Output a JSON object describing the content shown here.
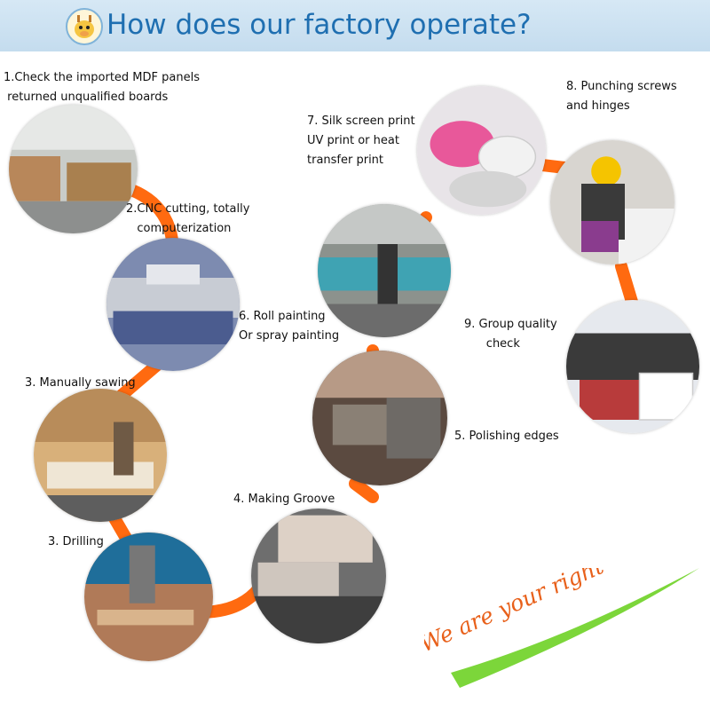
{
  "header": {
    "title": "How does our factory operate?",
    "logo_icon": "giraffe-icon"
  },
  "colors": {
    "accent": "#ff6a10",
    "title": "#1f6fb1",
    "slogan_text": "#e8601a",
    "slogan_swoosh": "#7cd63a"
  },
  "steps": [
    {
      "id": "step-1",
      "lines": [
        "1.Check the imported MDF panels",
        " returned unqualified boards"
      ]
    },
    {
      "id": "step-2",
      "lines": [
        "2.CNC cutting, totally",
        "   computerization"
      ]
    },
    {
      "id": "step-3-sawing",
      "lines": [
        "3. Manually sawing"
      ]
    },
    {
      "id": "step-3-drilling",
      "lines": [
        "3. Drilling"
      ]
    },
    {
      "id": "step-4",
      "lines": [
        "4. Making Groove"
      ]
    },
    {
      "id": "step-5",
      "lines": [
        "5. Polishing edges"
      ]
    },
    {
      "id": "step-6",
      "lines": [
        "6. Roll painting",
        "Or spray painting"
      ]
    },
    {
      "id": "step-7",
      "lines": [
        "7. Silk screen print",
        "UV print or heat",
        "transfer print"
      ]
    },
    {
      "id": "step-8",
      "lines": [
        "8. Punching screws",
        "and hinges"
      ]
    },
    {
      "id": "step-9",
      "lines": [
        "9. Group quality",
        "      check"
      ]
    }
  ],
  "slogan": {
    "text": "We are your right option"
  }
}
